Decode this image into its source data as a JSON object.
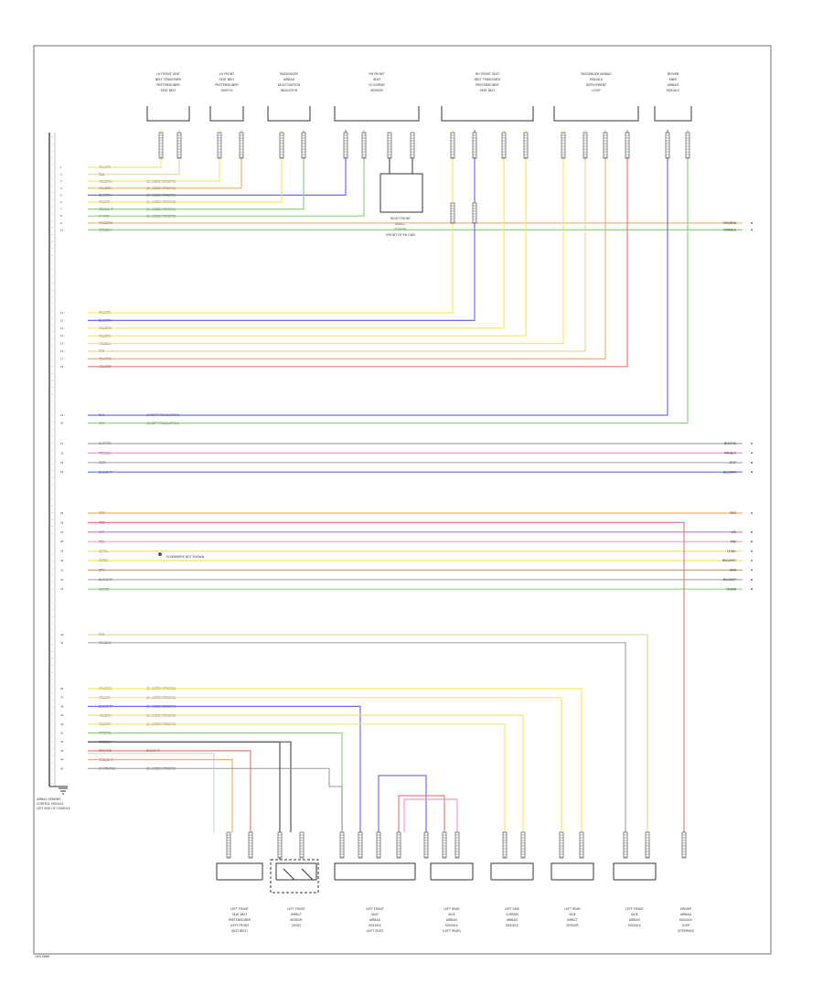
{
  "diagram": {
    "footer_code": "1#0-3866",
    "center_note": "ELSEWHERE NOT SHOWN",
    "ground_label": "AIRBAG SENSING\nCONTROL MODULE\nLEFT SIDE OF CONSOLE",
    "top_components": [
      {
        "lines": [
          "LH FRONT SEAT",
          "BELT TENSIONER",
          "PRETENSIONER",
          "SEAT BELT"
        ]
      },
      {
        "lines": [
          "LH FRONT",
          "SEAT BELT",
          "PRETENSIONER",
          "SWITCH"
        ]
      },
      {
        "lines": [
          "PASSENGER",
          "AIRBAG",
          "DEACTIVATION",
          "INDICATOR"
        ]
      },
      {
        "lines": [
          "RH FRONT",
          "SEAT",
          "OCCUPANT",
          "SENSOR"
        ]
      },
      {
        "lines": [
          "RH FRONT SEAT",
          "BELT TENSIONER",
          "PRETENSIONER",
          "SEAT BELT"
        ]
      },
      {
        "lines": [
          "PASSENGER AIRBAG",
          "MODULE",
          "DEPLOYMENT",
          "LOOP"
        ]
      },
      {
        "lines": [
          "DRIVER",
          "KNEE",
          "AIRBAG",
          "MODULE"
        ]
      }
    ],
    "middle_component": {
      "lines": [
        "RIGHT FRONT",
        "IMPACT",
        "SENSOR",
        "(FRONT OF RH CAB)"
      ]
    },
    "bottom_components": [
      {
        "lines": [
          "LEFT FRONT",
          "SEAT BELT",
          "PRETENSIONER",
          "(LEFT FRONT",
          "SEAT BELT)"
        ]
      },
      {
        "lines": [
          "LEFT FRONT",
          "IMPACT",
          "SENSOR",
          "(SIDE)"
        ]
      },
      {
        "lines": [
          "LEFT FRONT",
          "SEAT",
          "AIRBAG",
          "MODULE",
          "(LEFT SEAT)"
        ]
      },
      {
        "lines": [
          "LEFT REAR",
          "SIDE",
          "AIRBAG",
          "MODULE",
          "(LEFT REAR)"
        ]
      },
      {
        "lines": [
          "LEFT SIDE",
          "CURTAIN",
          "AIRBAG",
          "MODULE"
        ]
      },
      {
        "lines": [
          "LEFT REAR",
          "SIDE",
          "IMPACT",
          "SENSOR"
        ]
      },
      {
        "lines": [
          "LEFT FRONT",
          "SIDE",
          "AIRBAG",
          "MODULE"
        ]
      },
      {
        "lines": [
          "DRIVER",
          "AIRBAG",
          "MODULE",
          "LOOP",
          "(STEERING)"
        ]
      }
    ],
    "rows": [
      {
        "label": "YEL/GRY",
        "note": ""
      },
      {
        "label": "TAN",
        "note": ""
      },
      {
        "label": "YEL/GRN",
        "note": "(2) (USED VERSION)"
      },
      {
        "label": "YEL/BRN",
        "note": "(2) (USED VERSION)"
      },
      {
        "label": "BLU/TAN",
        "note": "(2) (USED VERSION)"
      },
      {
        "label": "YEL/LTG",
        "note": "(2) (USED VERSION)"
      },
      {
        "label": "GRN/WHT",
        "note": "(2) (USED VERSION)"
      },
      {
        "label": "LT GRN",
        "note": "(2) (USED VERSION)"
      },
      {
        "label": "ORG/BRN",
        "note": ""
      },
      {
        "label": "GRN/BLK",
        "note": ""
      },
      {
        "label": "YEL/GRY",
        "note": ""
      },
      {
        "label": "BLU/TAN",
        "note": ""
      },
      {
        "label": "YEL/GRN",
        "note": ""
      },
      {
        "label": "YEL/BRN",
        "note": ""
      },
      {
        "label": "YEL/BLK",
        "note": ""
      },
      {
        "label": "TAN",
        "note": ""
      },
      {
        "label": "YEL/ORG",
        "note": ""
      },
      {
        "label": "YEL/RED",
        "note": ""
      },
      {
        "label": "BLU",
        "note": "(EXCEPT RESOLUTION)"
      },
      {
        "label": "GRY",
        "note": "(EXCEPT RESOLUTION)"
      },
      {
        "label": "BLK/TAN",
        "note": ""
      },
      {
        "label": "PNK/BLK",
        "note": ""
      },
      {
        "label": "LT/LT",
        "note": ""
      },
      {
        "label": "BLU/WHT",
        "note": ""
      },
      {
        "label": "ORG",
        "note": ""
      },
      {
        "label": "RED",
        "note": ""
      },
      {
        "label": "VIO",
        "note": ""
      },
      {
        "label": "PNK",
        "note": ""
      },
      {
        "label": "LT/YEL",
        "note": ""
      },
      {
        "label": "LT/YEL",
        "note": ""
      },
      {
        "label": "BRN",
        "note": ""
      },
      {
        "label": "BLU/WHT",
        "note": ""
      },
      {
        "label": "LT/GRN",
        "note": ""
      },
      {
        "label": "TAN",
        "note": ""
      },
      {
        "label": "YEL/BLK",
        "note": ""
      },
      {
        "label": "YEL/GRN",
        "note": "(2) (USED VERSION)"
      },
      {
        "label": "YEL/LTG",
        "note": "(2) (USED VERSION)"
      },
      {
        "label": "BLU/WHT",
        "note": "(2) (USED VERSION)"
      },
      {
        "label": "YEL/BRN",
        "note": "(2) (USED VERSION)"
      },
      {
        "label": "YEL/GRY",
        "note": "(2) (USED VERSION)"
      },
      {
        "label": "GRN/YEL",
        "note": ""
      },
      {
        "label": "GRY/BLK",
        "note": ""
      },
      {
        "label": "PNK/RED",
        "note": "BLK/WHT"
      },
      {
        "label": "ORG/WHT",
        "note": ""
      },
      {
        "label": "LT GRN/BLK",
        "note": "(2) (USED VERSION)"
      }
    ],
    "right_labels": [
      "ORG/BRN",
      "GRN/BLK",
      "BLK/TAN",
      "PNK/BLK",
      "LT/LT",
      "BLU/WHT",
      "ORG",
      "VIO",
      "PNK",
      "LT/YEL",
      "BRN/WHT",
      "BRN",
      "BLU/WHT",
      "LT/GRN"
    ]
  }
}
